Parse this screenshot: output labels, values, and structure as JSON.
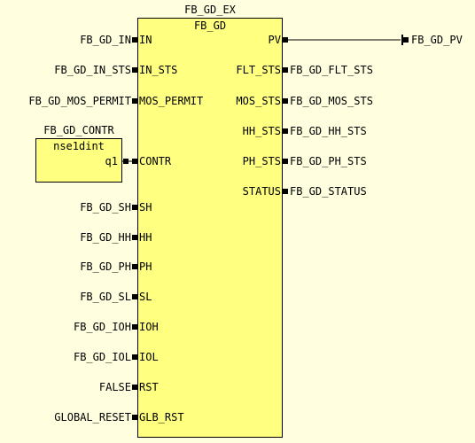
{
  "diagram": {
    "instance_name": "FB_GD_EX",
    "block_type": "FB_GD",
    "inputs": [
      {
        "pin": "IN",
        "var": "FB_GD_IN"
      },
      {
        "pin": "IN_STS",
        "var": "FB_GD_IN_STS"
      },
      {
        "pin": "MOS_PERMIT",
        "var": "FB_GD_MOS_PERMIT"
      },
      {
        "pin": "CONTR",
        "var": ""
      },
      {
        "pin": "SH",
        "var": "FB_GD_SH"
      },
      {
        "pin": "HH",
        "var": "FB_GD_HH"
      },
      {
        "pin": "PH",
        "var": "FB_GD_PH"
      },
      {
        "pin": "SL",
        "var": "FB_GD_SL"
      },
      {
        "pin": "IOH",
        "var": "FB_GD_IOH"
      },
      {
        "pin": "IOL",
        "var": "FB_GD_IOL"
      },
      {
        "pin": "RST",
        "var": "FALSE"
      },
      {
        "pin": "GLB_RST",
        "var": "GLOBAL_RESET"
      }
    ],
    "outputs": [
      {
        "pin": "PV",
        "var": "FB_GD_PV"
      },
      {
        "pin": "FLT_STS",
        "var": "FB_GD_FLT_STS"
      },
      {
        "pin": "MOS_STS",
        "var": "FB_GD_MOS_STS"
      },
      {
        "pin": "HH_STS",
        "var": "FB_GD_HH_STS"
      },
      {
        "pin": "PH_STS",
        "var": "FB_GD_PH_STS"
      },
      {
        "pin": "STATUS",
        "var": "FB_GD_STATUS"
      }
    ],
    "sub_block": {
      "instance_name": "FB_GD_CONTR",
      "block_type": "nse1dint",
      "output_pin": "q1"
    },
    "colors": {
      "background": "#ffffe0",
      "block_fill": "#ffff80",
      "line": "#000000"
    }
  }
}
